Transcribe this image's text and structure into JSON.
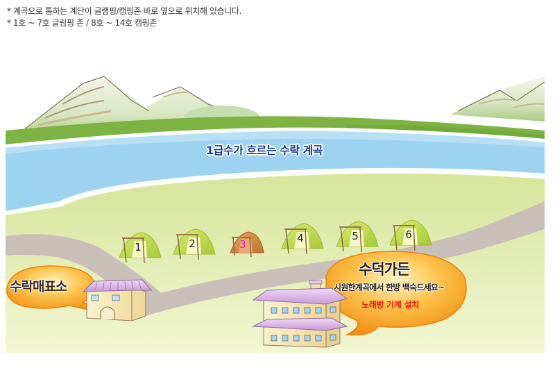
{
  "notes": {
    "line1": "* 계곡으로 통하는 계단이 글램핑/캠핑존 바로 옆으로 위치해 있습니다.",
    "line2": "* 1호 ~ 7호 글림핑 존 / 8호 ~ 14호 캠핑존"
  },
  "map": {
    "river_label": "1급수가 흐르는 수락 계곡",
    "ticket_office_label": "수락매표소",
    "restaurant": {
      "name": "수덕가든",
      "subtitle": "시원한계곡에서 한방 백숙드세요~",
      "karaoke": "노래방 기계 설치",
      "karaoke_color": "#e8160c"
    },
    "tents": [
      {
        "number": "1",
        "color": "green"
      },
      {
        "number": "2",
        "color": "green"
      },
      {
        "number": "3",
        "color": "orange",
        "number_color": "#e020c0"
      },
      {
        "number": "4",
        "color": "green"
      },
      {
        "number": "5",
        "color": "green"
      },
      {
        "number": "6",
        "color": "green"
      }
    ],
    "colors": {
      "river": "#9dd3f0",
      "grass": "#7cb342",
      "field": "#e6efbe",
      "path": "#c8bfb8",
      "bubble": "#f59a1c"
    }
  }
}
